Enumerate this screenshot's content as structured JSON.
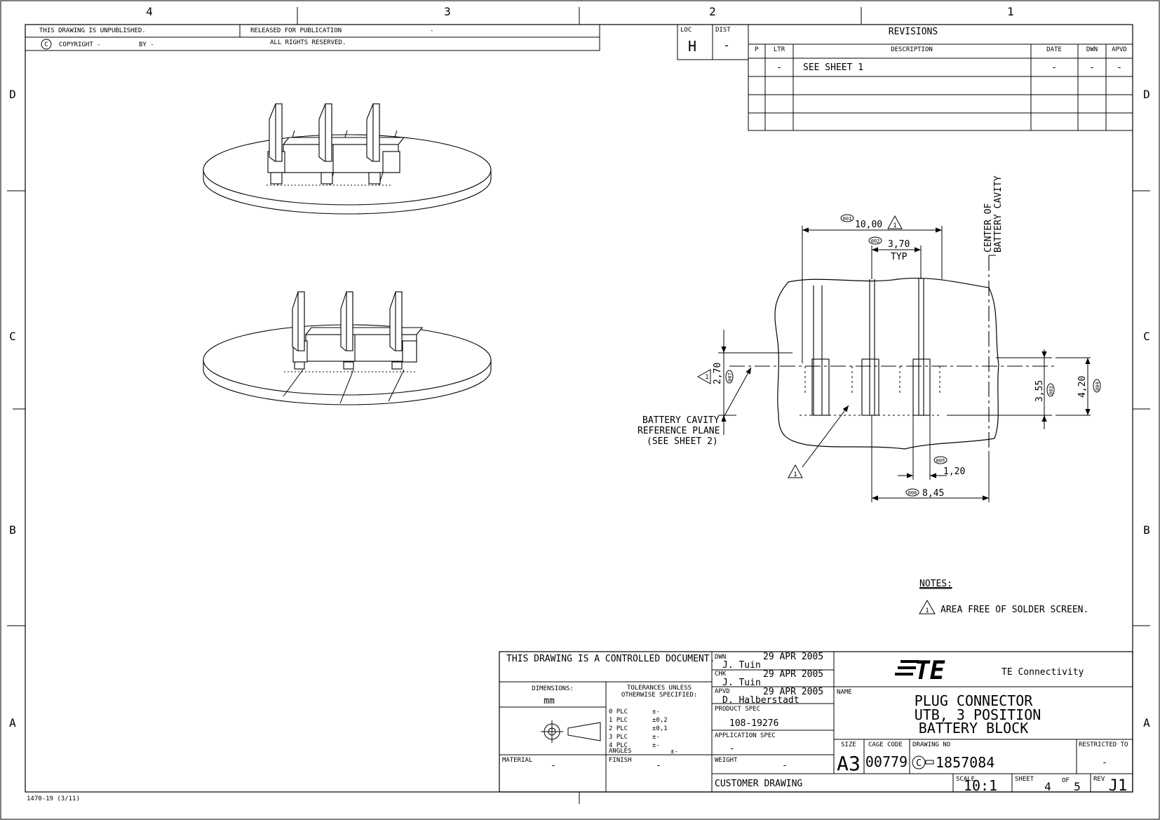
{
  "border": {
    "columns": [
      "4",
      "3",
      "2",
      "1"
    ],
    "rows": [
      "D",
      "C",
      "B",
      "A"
    ],
    "form_number": "1470-19 (3/11)"
  },
  "top_block": {
    "unpublished": "THIS DRAWING IS UNPUBLISHED.",
    "copyright": "COPYRIGHT -",
    "copyright_symbol": "C",
    "by": "BY -",
    "released": "RELEASED FOR PUBLICATION",
    "released_value": "-",
    "rights": "ALL RIGHTS RESERVED."
  },
  "loc_dist": {
    "loc_label": "LOC",
    "loc_value": "H",
    "dist_label": "DIST",
    "dist_value": "-"
  },
  "revisions": {
    "title": "REVISIONS",
    "headers": [
      "P",
      "LTR",
      "DESCRIPTION",
      "DATE",
      "DWN",
      "APVD"
    ],
    "rows": [
      {
        "ltr": "-",
        "description": "SEE SHEET 1",
        "date": "-",
        "dwn": "-",
        "apvd": "-"
      }
    ]
  },
  "dimensions": {
    "d001": {
      "ref": "001",
      "value": "10,00",
      "flag": "1"
    },
    "d002": {
      "ref": "002",
      "value": "3,70",
      "note": "TYP"
    },
    "d003": {
      "ref": "003",
      "value": "3,55"
    },
    "d004": {
      "ref": "004",
      "value": "4,20"
    },
    "d005": {
      "ref": "005",
      "value": "1,20"
    },
    "d006": {
      "ref": "006",
      "value": "8,45"
    },
    "d007": {
      "ref": "007",
      "value": "2,70",
      "flag": "1"
    },
    "center_label_1": "CENTER OF",
    "center_label_2": "BATTERY CAVITY",
    "ref_plane": [
      "BATTERY CAVITY",
      "REFERENCE PLANE",
      "(SEE SHEET 2)"
    ],
    "area_flag": "1"
  },
  "notes": {
    "title": "NOTES:",
    "items": [
      {
        "flag": "1",
        "text": "AREA FREE OF SOLDER SCREEN."
      }
    ]
  },
  "title_block": {
    "controlled": "THIS DRAWING IS A CONTROLLED DOCUMENT.",
    "dimensions_label": "DIMENSIONS:",
    "dimensions_unit": "mm",
    "tolerances_1": "TOLERANCES UNLESS",
    "tolerances_2": "OTHERWISE SPECIFIED:",
    "tolerances": [
      {
        "label": "0 PLC",
        "value": "±-"
      },
      {
        "label": "1 PLC",
        "value": "±0,2"
      },
      {
        "label": "2 PLC",
        "value": "±0,1"
      },
      {
        "label": "3 PLC",
        "value": "±-"
      },
      {
        "label": "4 PLC",
        "value": "±-"
      }
    ],
    "angles_label": "ANGLES",
    "angles_value": "±-",
    "material_label": "MATERIAL",
    "material_value": "-",
    "finish_label": "FINISH",
    "finish_value": "-",
    "dwn_label": "DWN",
    "dwn_name": "J. Tuin",
    "dwn_date": "29 APR 2005",
    "chk_label": "CHK",
    "chk_name": "J. Tuin",
    "chk_date": "29 APR 2005",
    "apvd_label": "APVD",
    "apvd_name": "D. Halberstadt",
    "apvd_date": "29 APR 2005",
    "product_spec_label": "PRODUCT SPEC",
    "product_spec_value": "108-19276",
    "application_spec_label": "APPLICATION SPEC",
    "application_spec_value": "-",
    "weight_label": "WEIGHT",
    "weight_value": "-",
    "customer_drawing": "CUSTOMER DRAWING",
    "company_logo": "TE",
    "company_name": "TE Connectivity",
    "name_label": "NAME",
    "name_lines": [
      "PLUG CONNECTOR",
      "UTB, 3 POSITION",
      "BATTERY BLOCK"
    ],
    "size_label": "SIZE",
    "size_value": "A3",
    "cage_label": "CAGE CODE",
    "cage_value": "00779",
    "drawing_no_label": "DRAWING NO",
    "drawing_no_prefix": "C",
    "drawing_no_value": "1857084",
    "restricted_label": "RESTRICTED TO",
    "restricted_value": "-",
    "scale_label": "SCALE",
    "scale_value": "10:1",
    "sheet_label": "SHEET",
    "sheet_value": "4",
    "of_label": "OF",
    "of_value": "5",
    "rev_label": "REV",
    "rev_value": "J1"
  }
}
